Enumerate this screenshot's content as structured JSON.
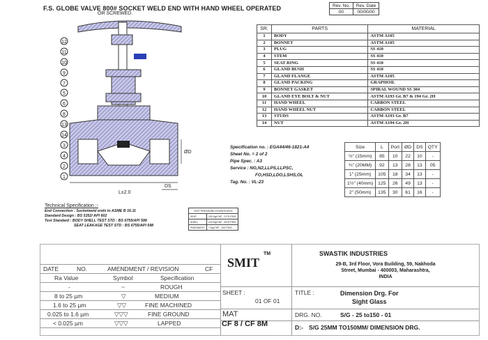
{
  "header": {
    "title": "F.S. GLOBE VALVE 800# SOCKET WELD END WITH HAND WHEEL OPERATED",
    "subtitle": "OR    SCREWED."
  },
  "revision": {
    "h_no": "Rev. No.",
    "h_date": "Rev. Date",
    "no": "00",
    "date": "00/00/00"
  },
  "parts_table": {
    "headers": [
      "SR.",
      "PARTS",
      "MATERIAL"
    ],
    "rows": [
      [
        "1",
        "BODY",
        "ASTM A105"
      ],
      [
        "2",
        "BONNET",
        "ASTM A105"
      ],
      [
        "3",
        "PLUG",
        "SS 410"
      ],
      [
        "4",
        "STEM",
        "SS 410"
      ],
      [
        "5",
        "SEAT RING",
        "SS 410"
      ],
      [
        "6",
        "GLAND BUSH",
        "SS 410"
      ],
      [
        "7",
        "GLAND FLANGE",
        "ASTM A105"
      ],
      [
        "8",
        "GLAND PACKING",
        "GRAPHOIL"
      ],
      [
        "9",
        "BONNET GASKET",
        "SPIRAL WOUND SS 304"
      ],
      [
        "10",
        "GLAND EYE BOLT & NUT",
        "ASTM A193 Gr. B7 & 194 Gr. 2H"
      ],
      [
        "11",
        "HAND WHEEL",
        "CARBON STEEL"
      ],
      [
        "12",
        "HAND WHEEL NUT",
        "CARBON STEEL"
      ],
      [
        "13",
        "STUDS",
        "ASTM A193 Gr. B7"
      ],
      [
        "14",
        "NUT",
        "ASTM A194 Gr. 2H"
      ]
    ]
  },
  "spec": [
    "Specification no. : EGA44/46-1821-A4",
    "Sheet No. = 2 of 2",
    "Pipe Spec. : A3",
    "Service : NG,N2,LLPS,LLPSC,",
    "FO,HSD,LDO,LSHS,OL",
    "Tag. No. : VL-23"
  ],
  "size_table": {
    "headers": [
      "Size",
      "L",
      "Port",
      "ØD",
      "DS",
      "QTY"
    ],
    "rows": [
      [
        "½\" (15mm)",
        "85",
        "10",
        "22",
        "10",
        "-"
      ],
      [
        "¾\" (20MM)",
        "92",
        "13",
        "28",
        "13",
        "05"
      ],
      [
        "1\" (25mm)",
        "105",
        "18",
        "34",
        "13",
        "-"
      ],
      [
        "1½\" (40mm)",
        "125",
        "26",
        "49",
        "13",
        "-"
      ],
      [
        "2\" (50mm)",
        "135",
        "30",
        "61",
        "16",
        "-"
      ]
    ]
  },
  "tech": {
    "heading": "Technical Specification :-",
    "lines": [
      "End Connection : Socketweld ends to ASME B 16.11",
      "Standard Design : BS 5352/ API 602",
      "Test Standard : BODY SHELL TEST STD : BS 6755/API 598",
      "SEAT LEAKAGE TEST STD : BS 6755/API 598"
    ]
  },
  "test_table": {
    "header": "TEST PRESSURE-HYDROSTATIC",
    "rows": [
      [
        "SEAT",
        "153 Kg/CM² - 2175 PSIG"
      ],
      [
        "SHELL",
        "210 Kg/CM² - 2975 PSIG"
      ],
      [
        "PNEUMATIC",
        "7 Kg/CM² - 100 PSIG"
      ]
    ]
  },
  "labels": [
    "12",
    "11",
    "10",
    "9",
    "7",
    "5",
    "6",
    "8",
    "13",
    "14",
    "3",
    "4",
    "2",
    "1"
  ],
  "dims": {
    "l": "L±2.0",
    "ds": "DS",
    "od": "ØD"
  },
  "title_block": {
    "logo": "SMIT",
    "tm": "TM",
    "company": "SWASTIK INDUSTRIES",
    "address": [
      "29-B, 3rd Floor, Vora Building, 59, Nakhoda",
      "Street, Mumbai - 400003, Maharashtra,",
      "INDIA"
    ],
    "date": "DATE",
    "no": "NO.",
    "amend": "AMENDMENT / REVISION",
    "cf": "CF",
    "rows_h": [
      "Ra Value",
      "Symbol",
      "Specification"
    ],
    "rows": [
      [
        "-",
        "~",
        "ROUGH"
      ],
      [
        "8 to 25 µm",
        "▽",
        "MEDIUM"
      ],
      [
        "1.6 to 25 µm",
        "▽▽",
        "FINE MACHINED"
      ],
      [
        "0.025 to 1.6 µm",
        "▽▽▽",
        "FINE GROUND"
      ],
      [
        "< 0.025 µm",
        "▽▽▽",
        "LAPPED"
      ]
    ],
    "sheet_l": "SHEET :",
    "sheet_v": "01 OF 01",
    "title_l": "TITLE :",
    "title_v": [
      "Dimension Drg. For",
      "Sight Glass"
    ],
    "mat": "MAT",
    "mat_v": "CF 8 / CF 8M",
    "drg_l": "DRG. NO.",
    "drg_v": "S/G - 25 to150 - 01",
    "d_l": "D:-",
    "d_v": "S/G 25MM TO150MM/ DIMENSION DRG."
  }
}
